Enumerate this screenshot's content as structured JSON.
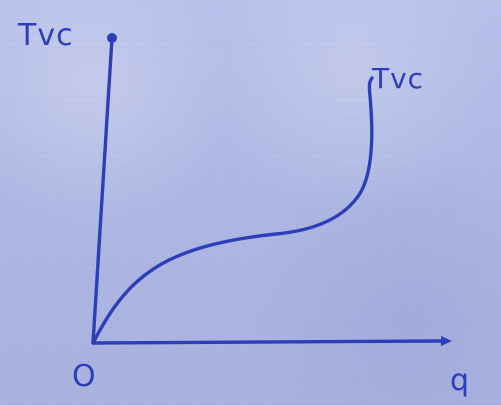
{
  "labels": {
    "y_axis": "Tvc",
    "curve": "Tvc",
    "origin": "O",
    "x_axis": "q"
  },
  "colors": {
    "ink": "#2c3fb8"
  }
}
